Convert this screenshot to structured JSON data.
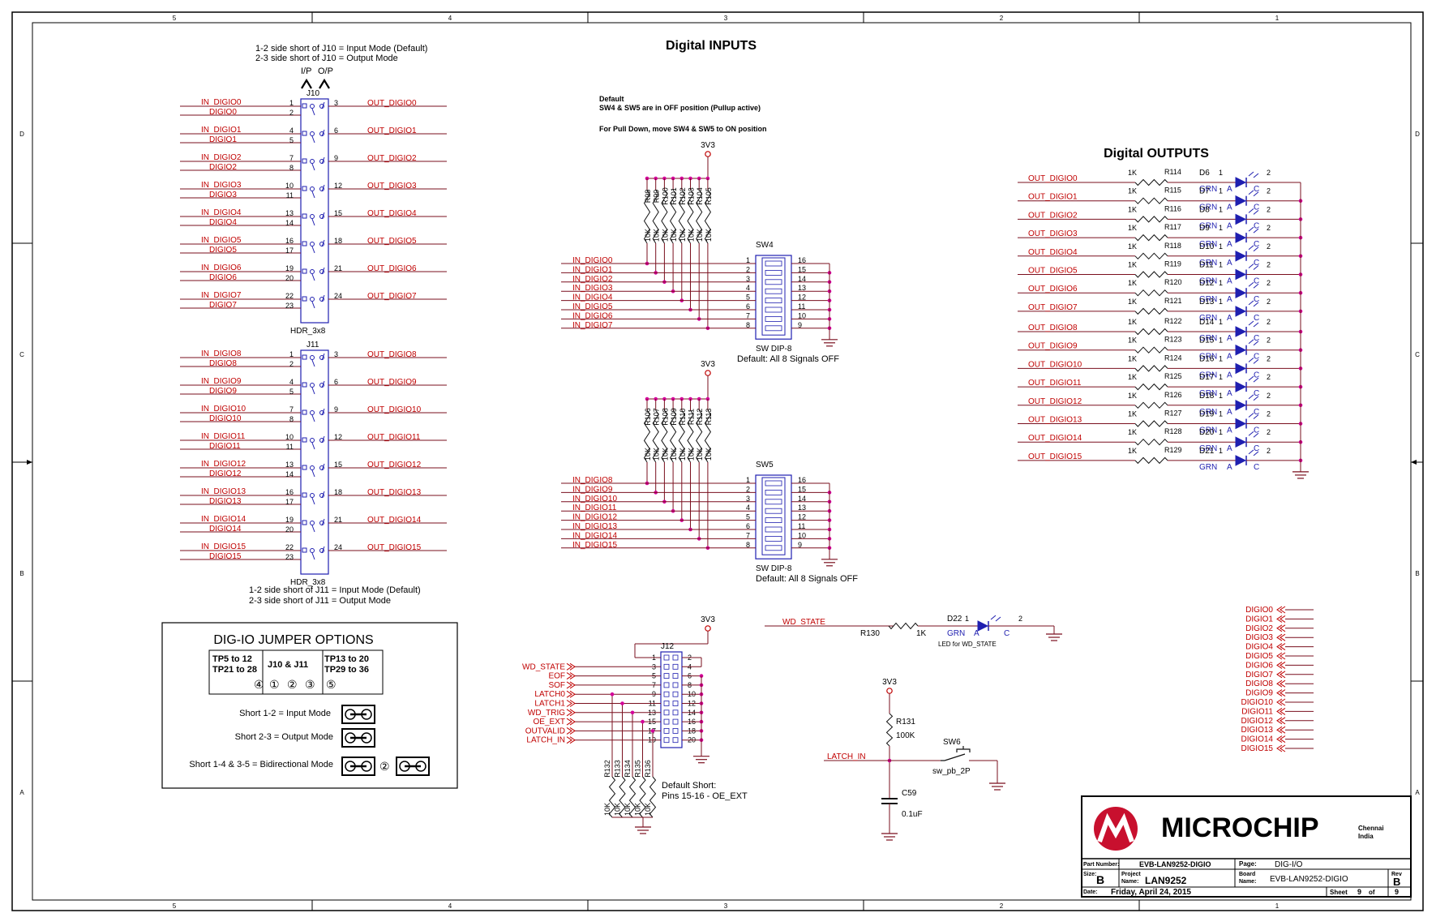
{
  "border": {
    "cols": [
      "5",
      "4",
      "3",
      "2",
      "1"
    ],
    "rows": [
      "D",
      "C",
      "B",
      "A"
    ]
  },
  "titles": {
    "inputs": "Digital INPUTS",
    "outputs": "Digital OUTPUTS"
  },
  "notes": {
    "j10_line1": "1-2 side short of J10 = Input Mode (Default)",
    "j10_line2": "2-3 side short of J10 = Output Mode",
    "ip": "I/P",
    "op": "O/P",
    "j11_line1": "1-2 side short of J11 = Input Mode (Default)",
    "j11_line2": "2-3 side short of J11 = Output Mode",
    "default_title": "Default",
    "default_line1": "SW4 & SW5 are in OFF position (Pullup active)",
    "default_line2": "For Pull Down, move SW4 & SW5 to ON position",
    "j12_default1": "Default Short:",
    "j12_default2": "Pins 15-16 - OE_EXT",
    "led_wd": "LED for WD_STATE"
  },
  "j10": {
    "ref": "J10",
    "type": "HDR_3x8",
    "rows": [
      {
        "in": "IN_DIGIO0",
        "mid": "DIGIO0",
        "p1": "1",
        "p2": "2",
        "p3": "3",
        "out": "OUT_DIGIO0"
      },
      {
        "in": "IN_DIGIO1",
        "mid": "DIGIO1",
        "p1": "4",
        "p2": "5",
        "p3": "6",
        "out": "OUT_DIGIO1"
      },
      {
        "in": "IN_DIGIO2",
        "mid": "DIGIO2",
        "p1": "7",
        "p2": "8",
        "p3": "9",
        "out": "OUT_DIGIO2"
      },
      {
        "in": "IN_DIGIO3",
        "mid": "DIGIO3",
        "p1": "10",
        "p2": "11",
        "p3": "12",
        "out": "OUT_DIGIO3"
      },
      {
        "in": "IN_DIGIO4",
        "mid": "DIGIO4",
        "p1": "13",
        "p2": "14",
        "p3": "15",
        "out": "OUT_DIGIO4"
      },
      {
        "in": "IN_DIGIO5",
        "mid": "DIGIO5",
        "p1": "16",
        "p2": "17",
        "p3": "18",
        "out": "OUT_DIGIO5"
      },
      {
        "in": "IN_DIGIO6",
        "mid": "DIGIO6",
        "p1": "19",
        "p2": "20",
        "p3": "21",
        "out": "OUT_DIGIO6"
      },
      {
        "in": "IN_DIGIO7",
        "mid": "DIGIO7",
        "p1": "22",
        "p2": "23",
        "p3": "24",
        "out": "OUT_DIGIO7"
      }
    ]
  },
  "j11": {
    "ref": "J11",
    "type": "HDR_3x8",
    "rows": [
      {
        "in": "IN_DIGIO8",
        "mid": "DIGIO8",
        "p1": "1",
        "p2": "2",
        "p3": "3",
        "out": "OUT_DIGIO8"
      },
      {
        "in": "IN_DIGIO9",
        "mid": "DIGIO9",
        "p1": "4",
        "p2": "5",
        "p3": "6",
        "out": "OUT_DIGIO9"
      },
      {
        "in": "IN_DIGIO10",
        "mid": "DIGIO10",
        "p1": "7",
        "p2": "8",
        "p3": "9",
        "out": "OUT_DIGIO10"
      },
      {
        "in": "IN_DIGIO11",
        "mid": "DIGIO11",
        "p1": "10",
        "p2": "11",
        "p3": "12",
        "out": "OUT_DIGIO11"
      },
      {
        "in": "IN_DIGIO12",
        "mid": "DIGIO12",
        "p1": "13",
        "p2": "14",
        "p3": "15",
        "out": "OUT_DIGIO12"
      },
      {
        "in": "IN_DIGIO13",
        "mid": "DIGIO13",
        "p1": "16",
        "p2": "17",
        "p3": "18",
        "out": "OUT_DIGIO13"
      },
      {
        "in": "IN_DIGIO14",
        "mid": "DIGIO14",
        "p1": "19",
        "p2": "20",
        "p3": "21",
        "out": "OUT_DIGIO14"
      },
      {
        "in": "IN_DIGIO15",
        "mid": "DIGIO15",
        "p1": "22",
        "p2": "23",
        "p3": "24",
        "out": "OUT_DIGIO15"
      }
    ]
  },
  "sw4": {
    "ref": "SW4",
    "type": "SW DIP-8",
    "default": "Default: All 8 Signals OFF",
    "power": "3V3",
    "resistors": [
      "R98",
      "R99",
      "R100",
      "R101",
      "R102",
      "R103",
      "R104",
      "R105"
    ],
    "value": "10K",
    "nets": [
      "IN_DIGIO0",
      "IN_DIGIO1",
      "IN_DIGIO2",
      "IN_DIGIO3",
      "IN_DIGIO4",
      "IN_DIGIO5",
      "IN_DIGIO6",
      "IN_DIGIO7"
    ],
    "left_pins": [
      "1",
      "2",
      "3",
      "4",
      "5",
      "6",
      "7",
      "8"
    ],
    "right_pins": [
      "16",
      "15",
      "14",
      "13",
      "12",
      "11",
      "10",
      "9"
    ]
  },
  "sw5": {
    "ref": "SW5",
    "type": "SW DIP-8",
    "default": "Default: All 8 Signals OFF",
    "power": "3V3",
    "resistors": [
      "R106",
      "R107",
      "R108",
      "R109",
      "R110",
      "R111",
      "R112",
      "R113"
    ],
    "value": "10K",
    "nets": [
      "IN_DIGIO8",
      "IN_DIGIO9",
      "IN_DIGIO10",
      "IN_DIGIO11",
      "IN_DIGIO12",
      "IN_DIGIO13",
      "IN_DIGIO14",
      "IN_DIGIO15"
    ],
    "left_pins": [
      "1",
      "2",
      "3",
      "4",
      "5",
      "6",
      "7",
      "8"
    ],
    "right_pins": [
      "16",
      "15",
      "14",
      "13",
      "12",
      "11",
      "10",
      "9"
    ]
  },
  "outputs": {
    "rows": [
      {
        "net": "OUT_DIGIO0",
        "r": "R114",
        "d": "D6"
      },
      {
        "net": "OUT_DIGIO1",
        "r": "R115",
        "d": "D7"
      },
      {
        "net": "OUT_DIGIO2",
        "r": "R116",
        "d": "D8"
      },
      {
        "net": "OUT_DIGIO3",
        "r": "R117",
        "d": "D9"
      },
      {
        "net": "OUT_DIGIO4",
        "r": "R118",
        "d": "D10"
      },
      {
        "net": "OUT_DIGIO5",
        "r": "R119",
        "d": "D11"
      },
      {
        "net": "OUT_DIGIO6",
        "r": "R120",
        "d": "D12"
      },
      {
        "net": "OUT_DIGIO7",
        "r": "R121",
        "d": "D13"
      },
      {
        "net": "OUT_DIGIO8",
        "r": "R122",
        "d": "D14"
      },
      {
        "net": "OUT_DIGIO9",
        "r": "R123",
        "d": "D15"
      },
      {
        "net": "OUT_DIGIO10",
        "r": "R124",
        "d": "D16"
      },
      {
        "net": "OUT_DIGIO11",
        "r": "R125",
        "d": "D17"
      },
      {
        "net": "OUT_DIGIO12",
        "r": "R126",
        "d": "D18"
      },
      {
        "net": "OUT_DIGIO13",
        "r": "R127",
        "d": "D19"
      },
      {
        "net": "OUT_DIGIO14",
        "r": "R128",
        "d": "D20"
      },
      {
        "net": "OUT_DIGIO15",
        "r": "R129",
        "d": "D21"
      }
    ],
    "rvalue": "1K",
    "color": "GRN",
    "anode": "A",
    "cathode": "C",
    "pin1": "1",
    "pin2": "2"
  },
  "wd": {
    "net": "WD_STATE",
    "r": "R130",
    "rvalue": "1K",
    "d": "D22",
    "color": "GRN",
    "anode": "A",
    "cathode": "C",
    "pin1": "1",
    "pin2": "2"
  },
  "j12": {
    "ref": "J12",
    "power": "3V3",
    "nets": [
      "WD_STATE",
      "EOF",
      "SOF",
      "LATCH0",
      "LATCH1",
      "WD_TRIG",
      "OE_EXT",
      "OUTVALID",
      "LATCH_IN"
    ],
    "left_pins": [
      "1",
      "3",
      "5",
      "7",
      "9",
      "11",
      "13",
      "15",
      "17",
      "19"
    ],
    "right_pins": [
      "2",
      "4",
      "6",
      "8",
      "10",
      "12",
      "14",
      "16",
      "18",
      "20"
    ],
    "resistors": [
      "R132",
      "R133",
      "R134",
      "R135",
      "R136"
    ],
    "value": "10K"
  },
  "latch": {
    "power": "3V3",
    "r": "R131",
    "rvalue": "100K",
    "net": "LATCH_IN",
    "sw": "SW6",
    "swtype": "sw_pb_2P",
    "c": "C59",
    "cvalue": "0.1uF"
  },
  "port_list": [
    "DIGIO0",
    "DIGIO1",
    "DIGIO2",
    "DIGIO3",
    "DIGIO4",
    "DIGIO5",
    "DIGIO6",
    "DIGIO7",
    "DIGIO8",
    "DIGIO9",
    "DIGIO10",
    "DIGIO11",
    "DIGIO12",
    "DIGIO13",
    "DIGIO14",
    "DIGIO15"
  ],
  "jumper_box": {
    "title": "DIG-IO JUMPER OPTIONS",
    "left_top": "TP5 to 12",
    "left_bot": "TP21 to 28",
    "center": "J10 & J11",
    "right_top": "TP13 to 20",
    "right_bot": "TP29 to 36",
    "n4": "④",
    "n1": "①",
    "n2": "②",
    "n3": "③",
    "n5": "⑤",
    "short12": "Short 1-2 = Input Mode",
    "short23": "Short 2-3 = Output Mode",
    "short1435": "Short 1-4 & 3-5 = Bidirectional Mode",
    "mid2": "②"
  },
  "title_block": {
    "logo": "MICROCHIP",
    "city": "Chennai",
    "country": "India",
    "part_label": "Part Number:",
    "part": "EVB-LAN9252-DIGIO",
    "page_label": "Page:",
    "page": "DIG-I/O",
    "size_label": "Size:",
    "size": "B",
    "project_label": "Project",
    "name_label": "Name:",
    "project": "LAN9252",
    "board_label": "Board",
    "board_name_label": "Name:",
    "board": "EVB-LAN9252-DIGIO",
    "rev_label": "Rev",
    "rev": "B",
    "date_label": "Date:",
    "date": "Friday, April 24, 2015",
    "sheet_label": "Sheet",
    "sheet": "9",
    "of_label": "of",
    "of": "9"
  }
}
